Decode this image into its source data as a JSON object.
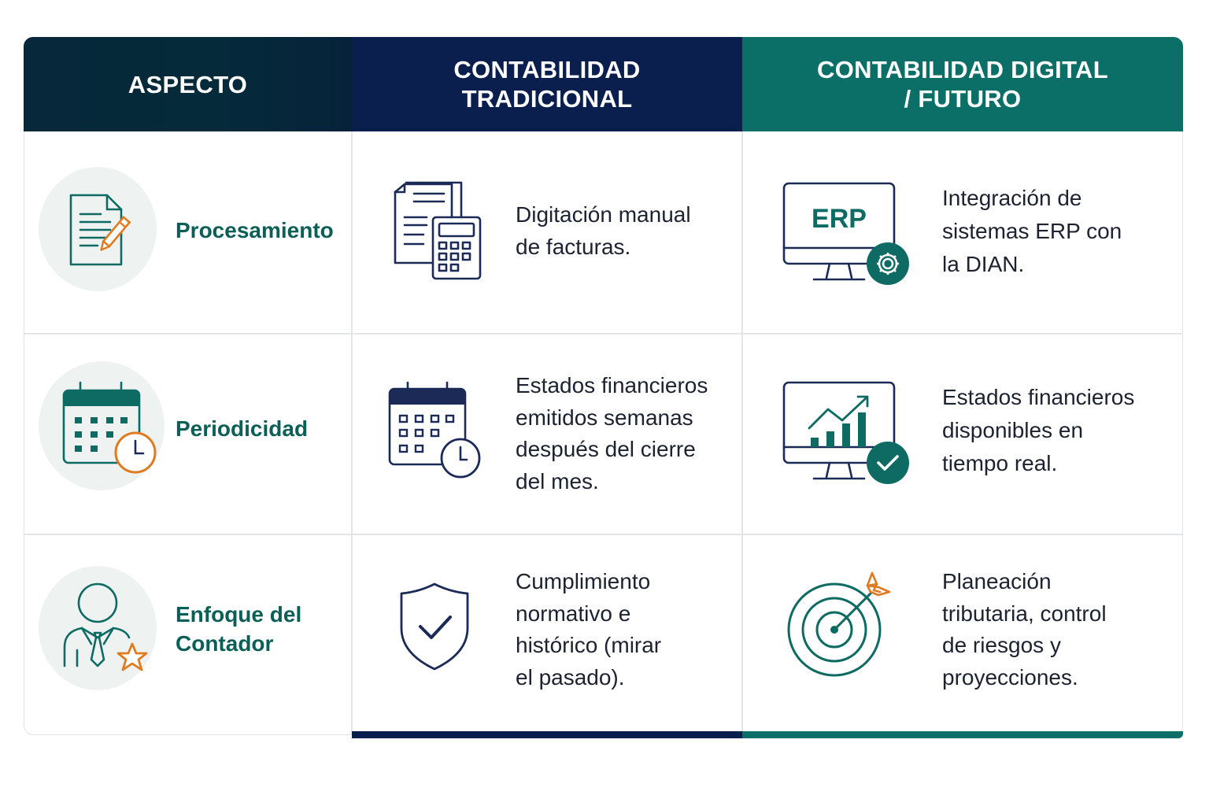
{
  "headers": {
    "aspect": "ASPECTO",
    "traditional_line1": "CONTABILIDAD",
    "traditional_line2": "TRADICIONAL",
    "digital_line1": "CONTABILIDAD DIGITAL",
    "digital_line2": "/ FUTURO"
  },
  "rows": [
    {
      "aspect": "Procesamiento",
      "traditional": [
        "Digitación manual",
        "de facturas."
      ],
      "digital": [
        "Integración de",
        "sistemas ERP con",
        "la DIAN."
      ],
      "aspect_icon": "document-edit-icon",
      "traditional_icon": "documents-calculator-icon",
      "digital_icon": "erp-monitor-gear-icon",
      "digital_icon_label": "ERP"
    },
    {
      "aspect": "Periodicidad",
      "traditional": [
        "Estados financieros",
        "emitidos semanas",
        "después del cierre",
        "del mes."
      ],
      "digital": [
        "Estados financieros",
        "disponibles en",
        "tiempo real."
      ],
      "aspect_icon": "calendar-clock-icon",
      "traditional_icon": "calendar-clock-icon",
      "digital_icon": "monitor-chart-check-icon"
    },
    {
      "aspect": "Enfoque del Contador",
      "aspect_lines": [
        "Enfoque del",
        "Contador"
      ],
      "traditional": [
        "Cumplimiento",
        "normativo e",
        "histórico (mirar",
        "el pasado)."
      ],
      "digital": [
        "Planeación",
        "tributaria, control",
        "de riesgos y",
        "proyecciones."
      ],
      "aspect_icon": "accountant-star-icon",
      "traditional_icon": "shield-check-icon",
      "digital_icon": "target-arrow-icon"
    }
  ],
  "colors": {
    "header_aspect": "#06283a",
    "header_traditional": "#0b1f4e",
    "header_digital": "#0b6f68",
    "aspect_text": "#0b5f56",
    "accent_orange": "#e07a1f",
    "icon_navy": "#1b2a57",
    "icon_teal": "#0d6b63"
  }
}
